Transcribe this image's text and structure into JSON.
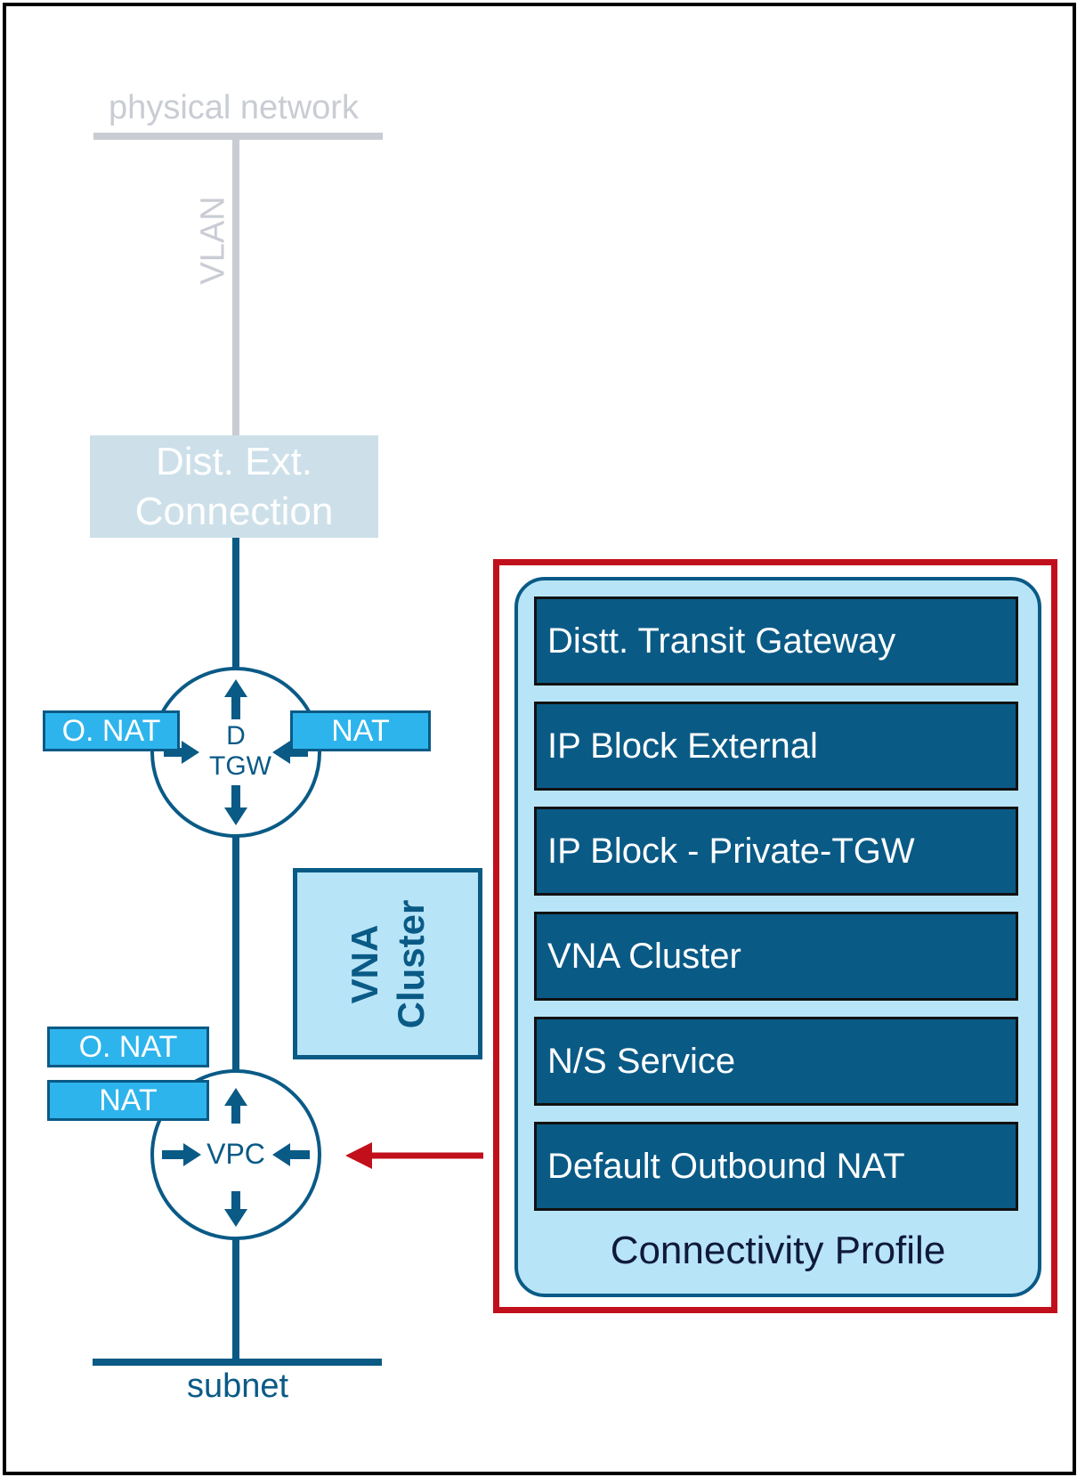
{
  "diagram": {
    "physical_network_label": "physical network",
    "vlan_label": "VLAN",
    "dist_ext_connection": {
      "line1": "Dist. Ext.",
      "line2": "Connection"
    },
    "dtgw": {
      "line1": "D",
      "line2": "TGW",
      "left_tag": "O. NAT",
      "right_tag": "NAT"
    },
    "vna_cluster": {
      "line1": "VNA",
      "line2": "Cluster"
    },
    "vpc": {
      "label": "VPC",
      "tag_top": "O. NAT",
      "tag_bottom": "NAT"
    },
    "subnet_label": "subnet",
    "connectivity_profile": {
      "items": [
        "Distt. Transit Gateway",
        "IP Block External",
        "IP Block - Private-TGW",
        "VNA Cluster",
        "N/S Service",
        "Default Outbound NAT"
      ],
      "caption": "Connectivity Profile"
    }
  },
  "colors": {
    "primary_blue": "#0a5a86",
    "light_blue": "#b8e4f8",
    "nat_blue": "#2eb4ec",
    "muted_grey": "#c9ccd3",
    "muted_blue": "#cde0e9",
    "highlight_red": "#c1101c"
  }
}
